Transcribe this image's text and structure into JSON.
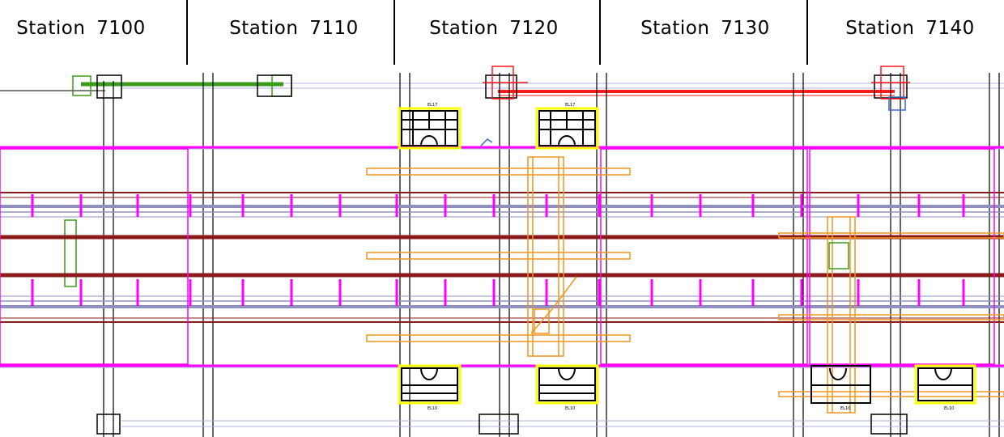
{
  "stations": [
    {
      "label": "Station 7100"
    },
    {
      "label": "Station 7110"
    },
    {
      "label": "Station 7120"
    },
    {
      "label": "Station 7130"
    },
    {
      "label": "Station 7140"
    }
  ],
  "fixture_tags": [
    "EL17",
    "EL17",
    "EL10",
    "EL10",
    "EL10",
    "EL10"
  ],
  "colors": {
    "magenta": "#ff00ff",
    "maroon": "#8b1a1a",
    "green": "#3a9a1a",
    "red": "#ff1a1a",
    "orange": "#f0961e",
    "yellow": "#ffff00",
    "lavender": "#b0b0dd",
    "blue": "#3a6acc",
    "dark": "#000000"
  }
}
